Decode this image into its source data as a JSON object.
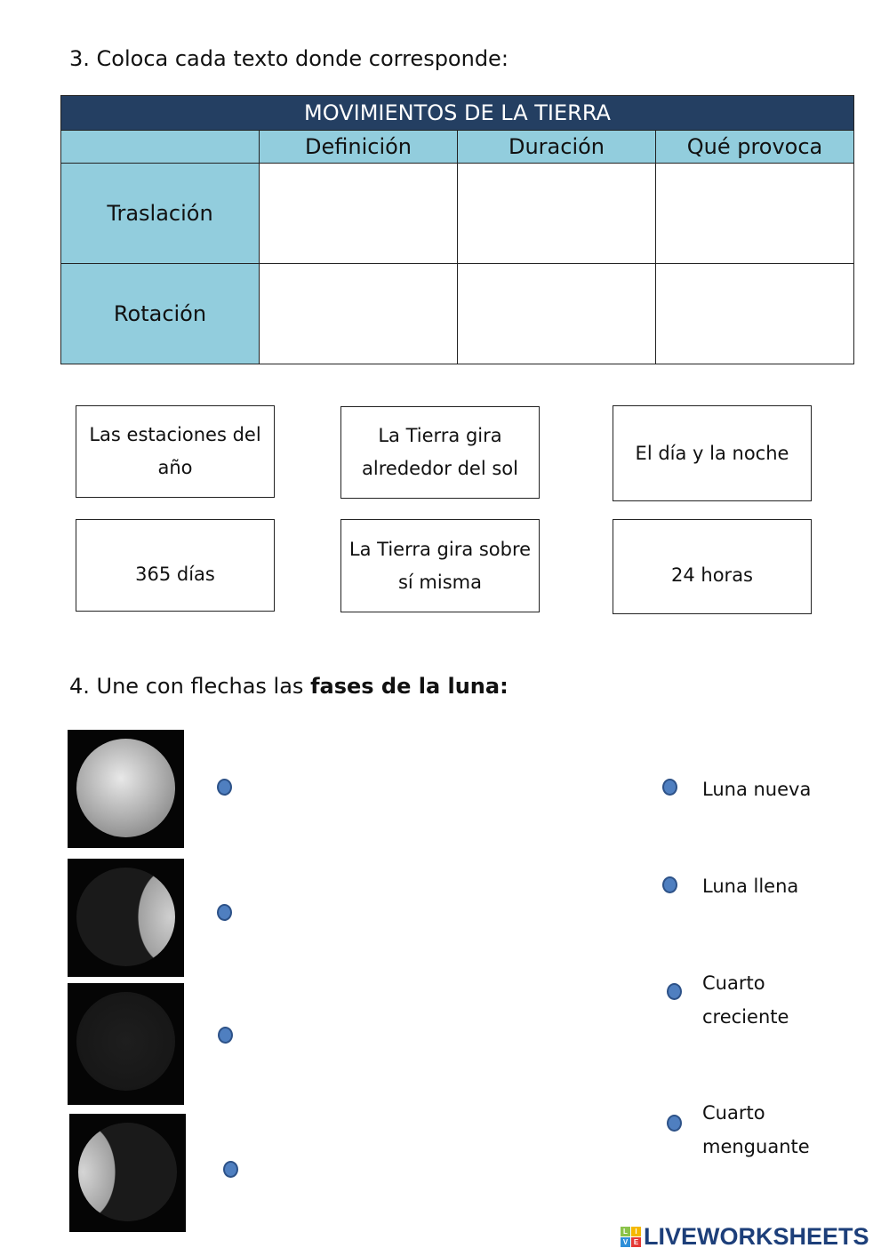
{
  "q3": {
    "title": "3. Coloca cada texto donde corresponde:"
  },
  "table": {
    "title": "MOVIMIENTOS DE LA TIERRA",
    "headers": [
      "",
      "Definición",
      "Duración",
      "Qué provoca"
    ],
    "rows": [
      "Traslación",
      "Rotación"
    ]
  },
  "cards": [
    "Las estaciones del año",
    "La Tierra gira alrededor del sol",
    "El día y la noche",
    "365 días",
    "La Tierra gira sobre sí misma",
    "24 horas"
  ],
  "q4": {
    "prefix": "4. Une con flechas las ",
    "bold": "fases de la luna",
    "suffix": ":"
  },
  "moons": [
    "full-moon-image",
    "waxing-crescent-image",
    "new-moon-image",
    "waning-crescent-image"
  ],
  "phases": [
    "Luna nueva",
    "Luna llena",
    "Cuarto creciente",
    "Cuarto menguante"
  ],
  "logo": {
    "text": "LIVEWORKSHEETS",
    "badge": [
      "L",
      "I",
      "V",
      "E"
    ]
  },
  "colors": {
    "title_bg": "#243f62",
    "header_bg": "#92cddd",
    "dot": "#4f7fc0",
    "logo": "#1d3f7a"
  }
}
